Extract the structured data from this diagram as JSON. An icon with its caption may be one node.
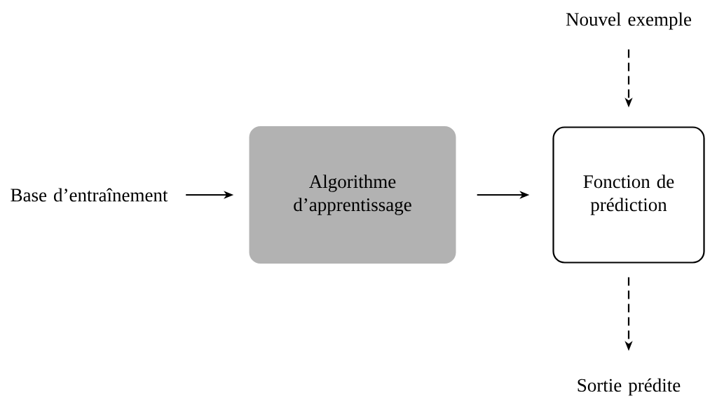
{
  "diagram": {
    "nodes": [
      {
        "text": [
          "Base d’entraînement"
        ]
      },
      {
        "text": [
          "Algorithme d’apprentissage"
        ]
      },
      {
        "text": [
          "Fonction de prédiction"
        ]
      },
      {
        "text": [
          "Nouvel exemple"
        ]
      },
      {
        "text": [
          "Sortie prédite"
        ]
      }
    ],
    "edges": [
      {
        "from": 0,
        "to": 1,
        "arrow": "to"
      },
      {
        "from": 1,
        "to": 2,
        "arrow": "to"
      },
      {
        "from": 3,
        "to": 2,
        "arrow": "to",
        "style": "dashed"
      },
      {
        "from": 2,
        "to": 4,
        "arrow": "to",
        "style": "dashed"
      }
    ]
  }
}
